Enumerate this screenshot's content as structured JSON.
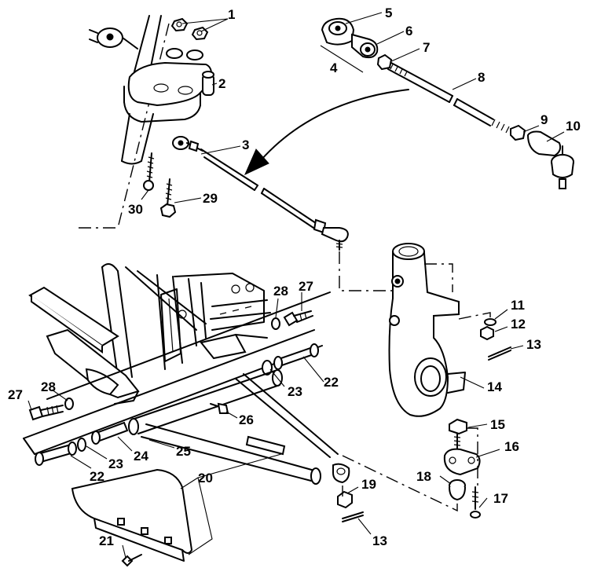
{
  "callouts": {
    "c1": "1",
    "c2": "2",
    "c3": "3",
    "c4": "4",
    "c5": "5",
    "c6": "6",
    "c7": "7",
    "c8": "8",
    "c9": "9",
    "c10": "10",
    "c11": "11",
    "c12": "12",
    "c13a": "13",
    "c13b": "13",
    "c14": "14",
    "c15": "15",
    "c16": "16",
    "c17": "17",
    "c18": "18",
    "c19": "19",
    "c20": "20",
    "c21": "21",
    "c22a": "22",
    "c22b": "22",
    "c23a": "23",
    "c23b": "23",
    "c24": "24",
    "c25": "25",
    "c26": "26",
    "c27a": "27",
    "c27b": "27",
    "c28a": "28",
    "c28b": "28",
    "c29": "29",
    "c30": "30"
  }
}
